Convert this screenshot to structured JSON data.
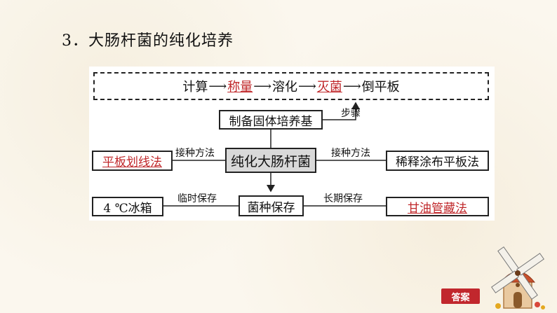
{
  "heading": "3．大肠杆菌的纯化培养",
  "steps": {
    "s1": "计算",
    "s2": "称量",
    "s3": "溶化",
    "s4": "灭菌",
    "s5": "倒平板"
  },
  "steps_label": "步骤",
  "medium": "制备固体培养基",
  "center": "纯化大肠杆菌",
  "left_method_label": "接种方法",
  "right_method_label": "接种方法",
  "left_method": "平板划线法",
  "right_method": "稀释涂布平板法",
  "storage": "菌种保存",
  "temp_label": "临时保存",
  "long_label": "长期保存",
  "temp_method": "4 ℃冰箱",
  "long_method": "甘油管藏法",
  "answer_button": "答案"
}
